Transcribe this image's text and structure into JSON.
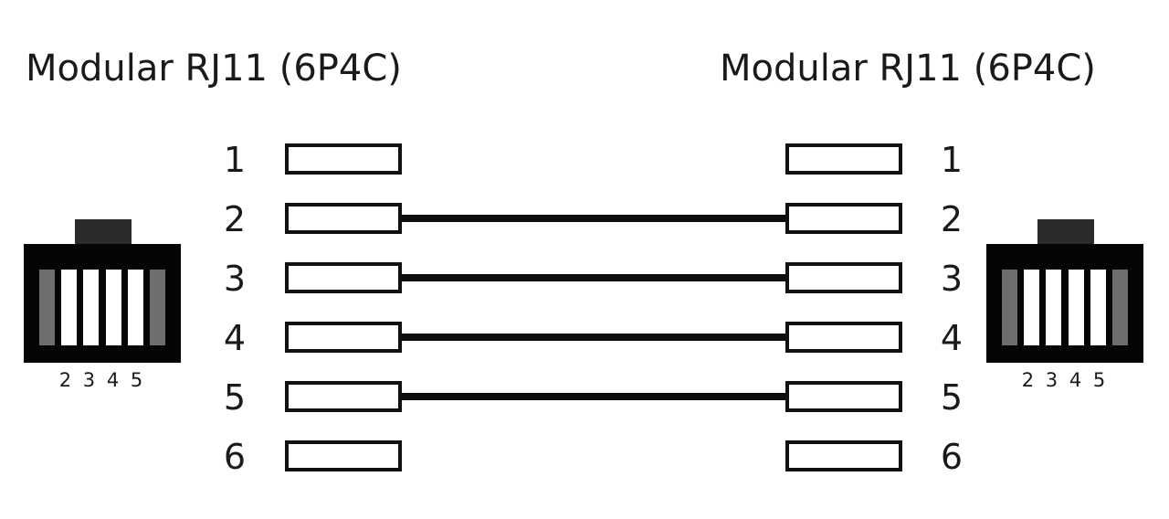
{
  "diagram": {
    "kind": "rj11-straight-through-wiring-diagram",
    "left_connector": {
      "title": "Modular RJ11 (6P4C)",
      "caption": "2 3 4 5",
      "icon": "rj11-jack-icon",
      "pin_slots": [
        "edge",
        "active",
        "active",
        "active",
        "active",
        "edge"
      ]
    },
    "right_connector": {
      "title": "Modular RJ11 (6P4C)",
      "caption": "2 3 4 5",
      "icon": "rj11-jack-icon",
      "pin_slots": [
        "edge",
        "active",
        "active",
        "active",
        "active",
        "edge"
      ]
    },
    "pins": [
      {
        "left_number": "1",
        "right_number": "1",
        "wired": false
      },
      {
        "left_number": "2",
        "right_number": "2",
        "wired": true
      },
      {
        "left_number": "3",
        "right_number": "3",
        "wired": true
      },
      {
        "left_number": "4",
        "right_number": "4",
        "wired": true
      },
      {
        "left_number": "5",
        "right_number": "5",
        "wired": true
      },
      {
        "left_number": "6",
        "right_number": "6",
        "wired": false
      }
    ],
    "colors": {
      "background": "#ffffff",
      "ink": "#1a1a1a",
      "wire": "#0d0d0d",
      "box_border": "#111111",
      "box_fill": "#ffffff",
      "connector_body": "#050505",
      "connector_tab": "#2b2b2b",
      "pin_edge": "#6e6e6e",
      "pin_active": "#ffffff"
    }
  }
}
